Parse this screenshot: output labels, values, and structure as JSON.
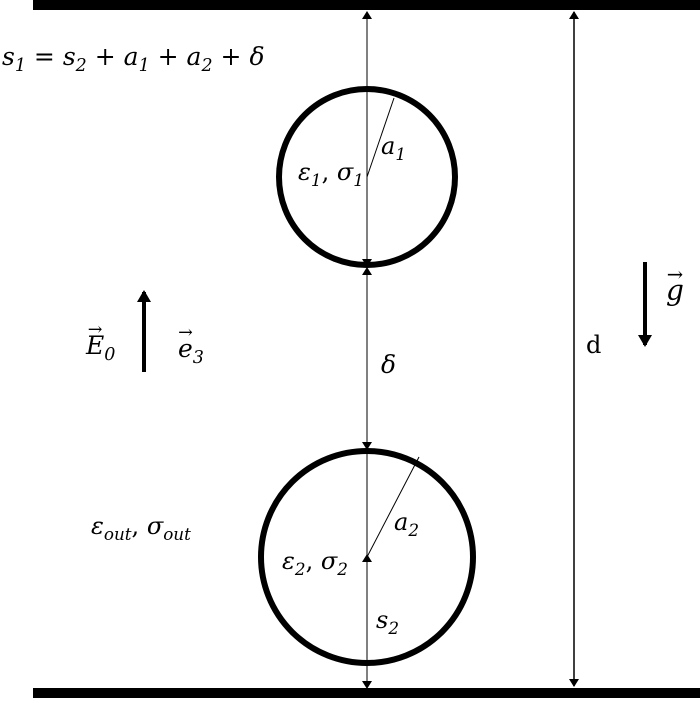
{
  "equation": {
    "s1": "s",
    "s1_sub": "1",
    "eq": " = ",
    "s2": "s",
    "s2_sub": "2",
    "plus1": " + ",
    "a1": "a",
    "a1_sub": "1",
    "plus2": " + ",
    "a2": "a",
    "a2_sub": "2",
    "plus3": " + ",
    "delta": "δ"
  },
  "sphere1": {
    "eps": "ε",
    "eps_sub": "1",
    "comma": ", ",
    "sig": "σ",
    "sig_sub": "1",
    "radius": "a",
    "radius_sub": "1"
  },
  "sphere2": {
    "eps": "ε",
    "eps_sub": "2",
    "comma": ", ",
    "sig": "σ",
    "sig_sub": "2",
    "radius": "a",
    "radius_sub": "2"
  },
  "outside": {
    "eps": "ε",
    "eps_sub": "out",
    "comma": ", ",
    "sig": "σ",
    "sig_sub": "out"
  },
  "field": {
    "E": "E",
    "E_sub": "0",
    "e": "e",
    "e_sub": "3"
  },
  "gap_label": "δ",
  "s2_label": {
    "s": "s",
    "sub": "2"
  },
  "distance_label": "d",
  "gravity_label": "g",
  "colors": {
    "ink": "#000000",
    "background": "#ffffff"
  }
}
